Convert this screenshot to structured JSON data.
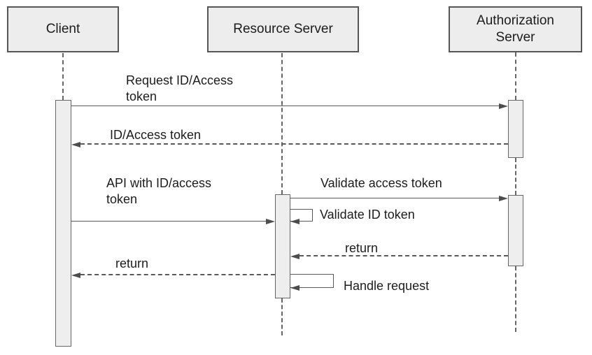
{
  "diagram": {
    "type": "sequence",
    "actors": [
      {
        "id": "client",
        "label": "Client"
      },
      {
        "id": "resource-server",
        "label": "Resource Server"
      },
      {
        "id": "authorization-server",
        "label": "Authorization\nServer"
      }
    ],
    "messages": [
      {
        "from": "Client",
        "to": "Authorization Server",
        "label": "Request ID/Access\ntoken",
        "style": "solid"
      },
      {
        "from": "Authorization Server",
        "to": "Client",
        "label": "ID/Access token",
        "style": "dashed"
      },
      {
        "from": "Client",
        "to": "Resource Server",
        "label": "API with ID/access\ntoken",
        "style": "solid"
      },
      {
        "from": "Resource Server",
        "to": "Authorization Server",
        "label": "Validate access token",
        "style": "solid"
      },
      {
        "from": "Resource Server",
        "to": "Resource Server",
        "label": "Validate ID token",
        "style": "self"
      },
      {
        "from": "Authorization Server",
        "to": "Resource Server",
        "label": "return",
        "style": "dashed"
      },
      {
        "from": "Resource Server",
        "to": "Client",
        "label": "return",
        "style": "dashed"
      },
      {
        "from": "Resource Server",
        "to": "Resource Server",
        "label": "Handle request",
        "style": "self"
      }
    ],
    "colors": {
      "background": "#ffffff",
      "box_fill": "#ededed",
      "box_border": "#565656",
      "bar_fill": "#eeeeee",
      "line": "#595959",
      "arrowhead": "#4d4d4d",
      "text": "#1c1c1c"
    }
  }
}
